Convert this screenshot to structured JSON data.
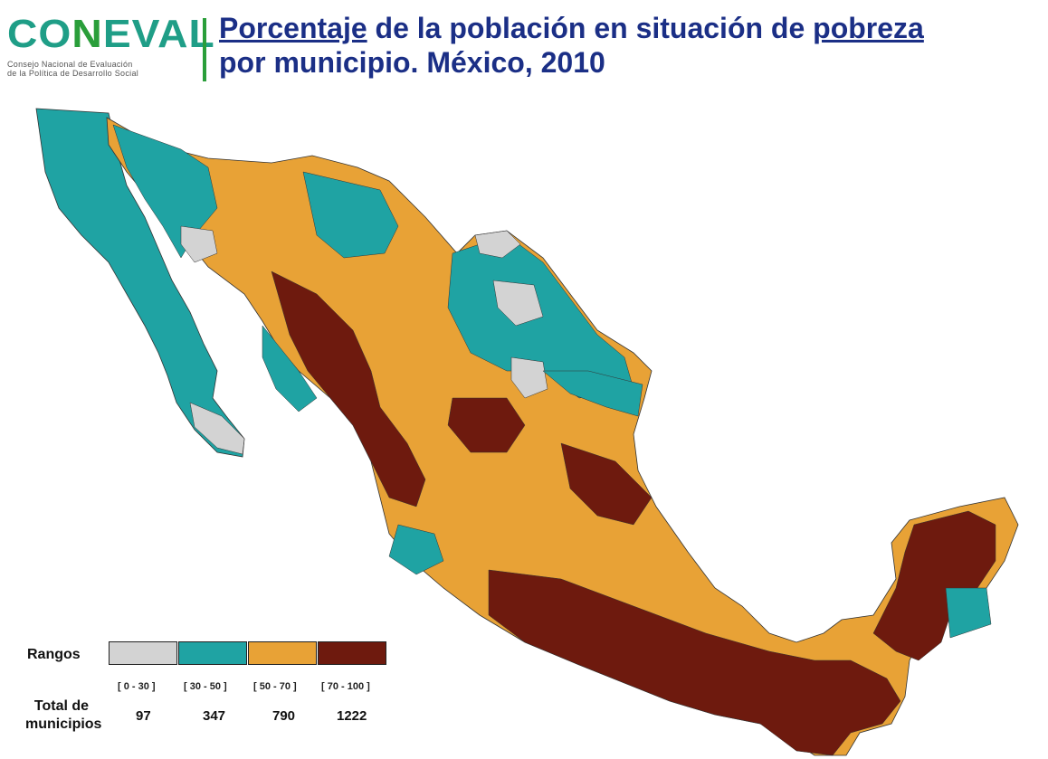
{
  "header": {
    "logo_text_a": "CO",
    "logo_text_n": "N",
    "logo_text_b": "EVAL",
    "logo_sub_1": "Consejo Nacional de Evaluación",
    "logo_sub_2": "de la Política de Desarrollo Social",
    "title_w1": "Porcentaje",
    "title_w2": " de la población en situación de ",
    "title_w3": "pobreza",
    "title_line2": "por municipio. México, 2010"
  },
  "legend": {
    "rangos_label": "Rangos",
    "total_label_1": "Total de",
    "total_label_2": "municipios",
    "classes": [
      {
        "range": "[ 0 - 30 ]",
        "count": "97",
        "color": "#d3d3d3"
      },
      {
        "range": "[ 30 - 50 ]",
        "count": "347",
        "color": "#1fa3a3"
      },
      {
        "range": "[ 50 - 70 ]",
        "count": "790",
        "color": "#e8a236"
      },
      {
        "range": "[ 70 - 100 ]",
        "count": "1222",
        "color": "#6e1a0e"
      }
    ]
  },
  "colors": {
    "low": "#d3d3d3",
    "mid_low": "#1fa3a3",
    "mid_high": "#e8a236",
    "high": "#6e1a0e",
    "title": "#1b2f86",
    "accent": "#2a9e3a"
  }
}
